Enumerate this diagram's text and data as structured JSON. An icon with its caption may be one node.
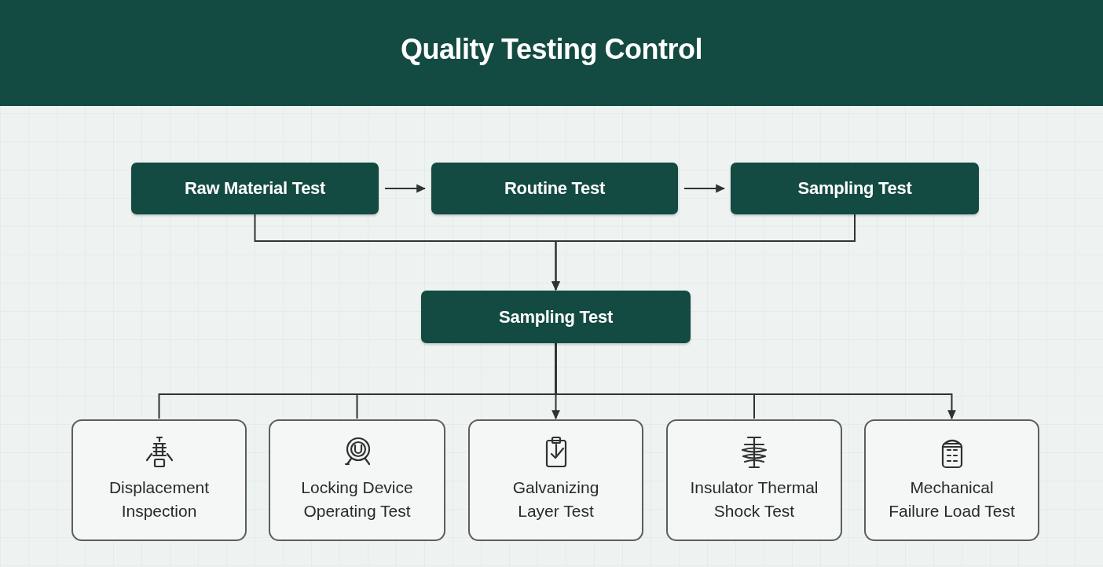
{
  "diagram": {
    "title": "Quality Testing Control",
    "nodes": [
      {
        "text": [
          "Raw Material Test"
        ]
      },
      {
        "text": [
          "Routine Test"
        ]
      },
      {
        "text": [
          "Sampling Test"
        ]
      },
      {
        "text": [
          "Sampling Test"
        ]
      },
      {
        "text": [
          "Displacement Inspection"
        ]
      },
      {
        "text": [
          "Locking Device Operating Test"
        ]
      },
      {
        "text": [
          "Galvanizing Layer Test"
        ]
      },
      {
        "text": [
          "Insulator Thermal Shock Test"
        ]
      },
      {
        "text": [
          "Mechanical Failure Load Test"
        ]
      }
    ],
    "edges": [
      {
        "from": 0,
        "to": 1,
        "arrow": "to"
      },
      {
        "from": 1,
        "to": 2,
        "arrow": "to"
      },
      {
        "from": 0,
        "to": 3,
        "arrow": "to"
      },
      {
        "from": 2,
        "to": 3,
        "arrow": "to"
      },
      {
        "from": 3,
        "to": 4,
        "arrow": "none"
      },
      {
        "from": 3,
        "to": 5,
        "arrow": "none"
      },
      {
        "from": 3,
        "to": 6,
        "arrow": "to"
      },
      {
        "from": 3,
        "to": 7,
        "arrow": "none"
      },
      {
        "from": 3,
        "to": 8,
        "arrow": "to"
      }
    ]
  }
}
